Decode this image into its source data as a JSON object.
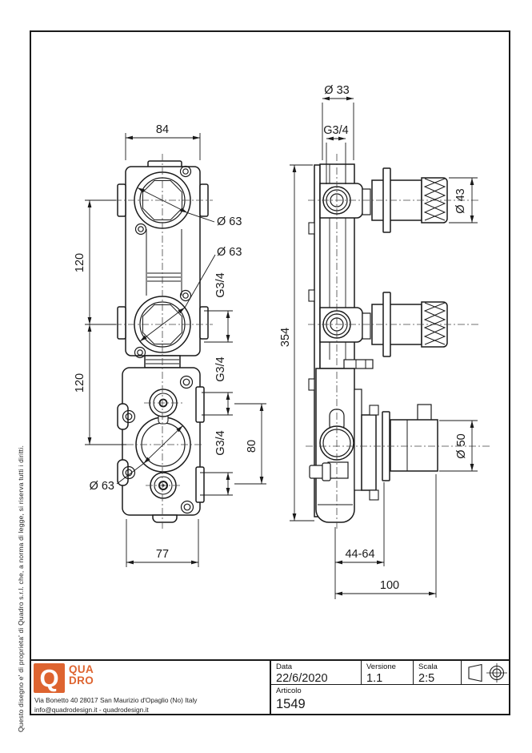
{
  "side_note": "Questo disegno e' di proprieta' di Quadro s.r.l. che, a norma di legge, si riserva tutti i diritti.",
  "logo": {
    "mark": "Q",
    "line1": "QUA",
    "line2": "DRO",
    "brand_color": "#DE6430"
  },
  "address": {
    "line1": "Via Bonetto 40  28017 San Maurizio d'Opaglio (No) Italy",
    "line2": "info@quadrodesign.it  -  quadrodesign.it"
  },
  "title_block": {
    "data_label": "Data",
    "data_value": "22/6/2020",
    "versione_label": "Versione",
    "versione_value": "1.1",
    "scala_label": "Scala",
    "scala_value": "2:5",
    "articolo_label": "Articolo",
    "articolo_value": "1549"
  },
  "dims": {
    "front_width": "84",
    "front_hole_top": "Ø 63",
    "front_hole_mid": "Ø 63",
    "front_hole_bottom": "Ø 63",
    "front_pitch_top": "120",
    "front_pitch_bottom": "120",
    "front_thread_top": "G3/4",
    "front_thread_mid": "G3/4",
    "front_thread_bottom": "G3/4",
    "front_port_spacing": "80",
    "front_base_width": "77",
    "side_body_depth": "Ø 33",
    "side_thread": "G3/4",
    "side_knob_dia": "Ø 43",
    "side_height": "354",
    "side_handle_dia": "Ø 50",
    "side_install_depth": "44-64",
    "side_total_depth": "100"
  },
  "line_color": "#1a1a1a"
}
